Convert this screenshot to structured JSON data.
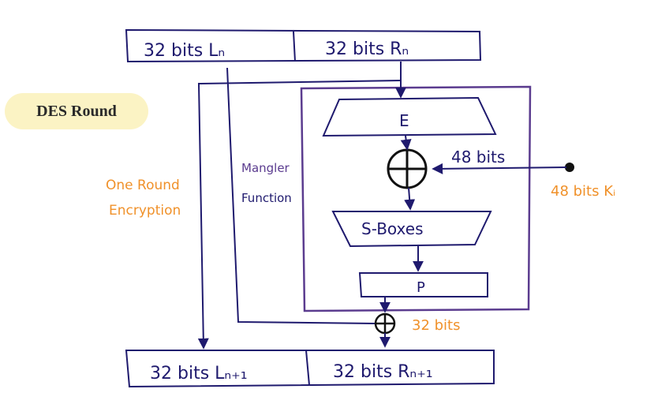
{
  "title_badge": "DES Round",
  "top_block": {
    "left": "32 bits Lₙ",
    "right": "32 bits Rₙ"
  },
  "bottom_block": {
    "left": "32 bits Lₙ₊₁",
    "right": "32 bits Rₙ₊₁"
  },
  "mangler": {
    "label_line1": "Mangler",
    "label_line2": "Function"
  },
  "side_label": {
    "line1": "One Round",
    "line2": "Encryption"
  },
  "blocks": {
    "expansion": "E",
    "sboxes": "S-Boxes",
    "permutation": "P"
  },
  "key": {
    "input_label": "48 bits Kᵢ",
    "xor_label": "48 bits"
  },
  "output_xor_label": "32 bits",
  "colors": {
    "ink": "#1f1a6e",
    "frame": "#5b3c8f",
    "orange": "#f0912a",
    "badge": "#fbf3c4"
  }
}
